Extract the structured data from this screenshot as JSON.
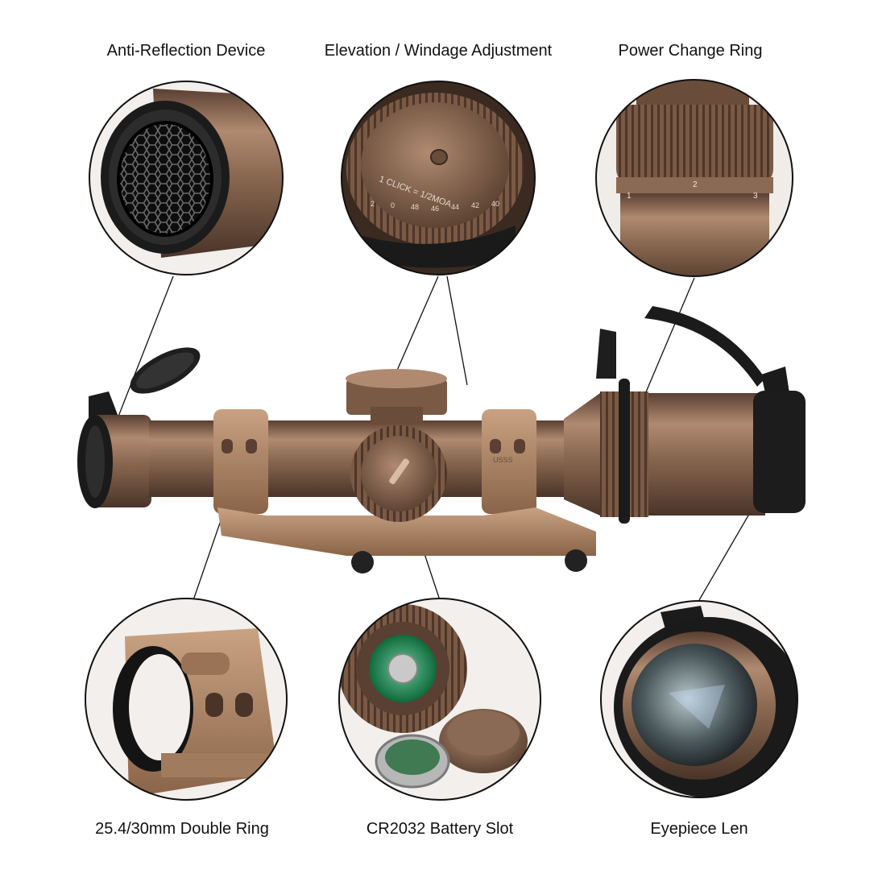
{
  "labels": {
    "anti_reflection": "Anti-Reflection Device",
    "elevation_windage": "Elevation / Windage Adjustment",
    "power_change": "Power Change Ring",
    "double_ring": "25.4/30mm Double Ring",
    "battery_slot": "CR2032 Battery Slot",
    "eyepiece": "Eyepiece Len"
  },
  "turret_markings": {
    "click_text": "1 CLICK = 1/2MOA",
    "scale_numbers": [
      "2",
      "0",
      "48",
      "46",
      "44",
      "42",
      "40"
    ]
  },
  "power_ring_marks": [
    "1",
    "2",
    "3"
  ],
  "ring_engraving": "USSS",
  "colors": {
    "fde": "#8c6a52",
    "fde_light": "#b89379",
    "fde_dark": "#5a4032",
    "rubber": "#1c1c1c",
    "leader": "#111111"
  }
}
